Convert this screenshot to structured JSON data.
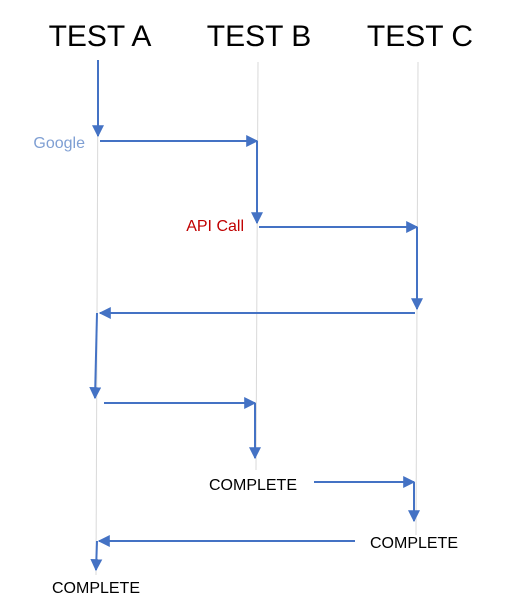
{
  "lanes": [
    {
      "name": "TEST A"
    },
    {
      "name": "TEST B"
    },
    {
      "name": "TEST C"
    }
  ],
  "labels": {
    "google": "Google",
    "api_call": "API Call",
    "complete_b": "COMPLETE",
    "complete_c": "COMPLETE",
    "complete_a": "COMPLETE"
  },
  "colors": {
    "arrow": "#4472C4",
    "lifeline": "#D9D9D9",
    "google_text": "#7F9FD3",
    "api_text": "#C00000",
    "title_text": "#000000"
  }
}
